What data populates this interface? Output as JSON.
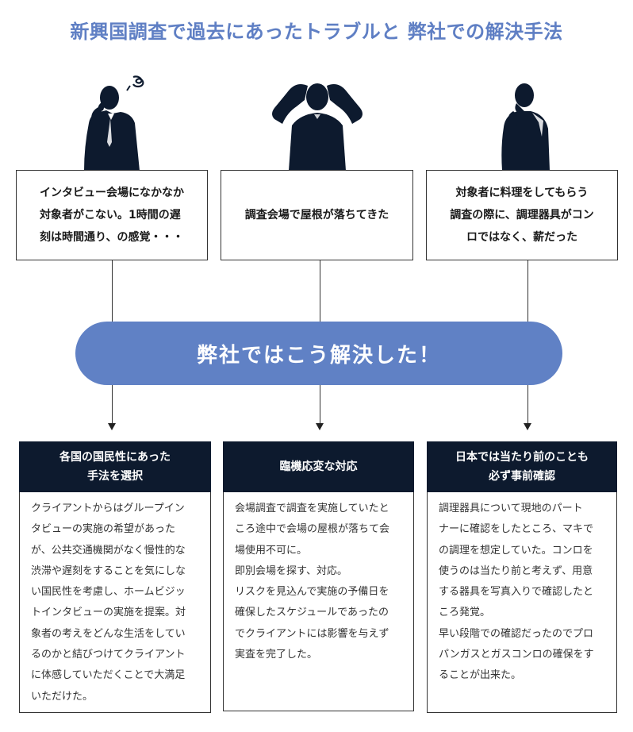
{
  "title": "新興国調査で過去にあったトラブルと 弊社での解決手法",
  "problems": [
    {
      "lines": [
        "インタビュー会場になかなか",
        "対象者がこない。1時間の遅",
        "刻は時間通り、の感覚・・・"
      ]
    },
    {
      "lines": [
        "調査会場で屋根が落ちてきた"
      ]
    },
    {
      "lines": [
        "対象者に料理をしてもらう",
        "調査の際に、調理器具がコン",
        "ロではなく、薪だった"
      ]
    }
  ],
  "banner": "弊社ではこう解決した！",
  "solutions": [
    {
      "heading": [
        "各国の国民性にあった",
        "手法を選択"
      ],
      "body": [
        "クライアントからはグループイン",
        "タビューの実施の希望があった",
        "が、公共交通機関がなく慢性的な",
        "渋滞や遅刻をすることを気にしな",
        "い国民性を考慮し、ホームビジッ",
        "トインタビューの実施を提案。対",
        "象者の考えをどんな生活をしてい",
        "るのかと結びつけてクライアント",
        "に体感していただくことで大満足",
        "いただけた。"
      ]
    },
    {
      "heading": [
        "臨機応変な対応"
      ],
      "body": [
        "会場調査で調査を実施していたと",
        "ころ途中で会場の屋根が落ちて会",
        "場使用不可に。",
        "即別会場を探す、対応。",
        "リスクを見込んで実施の予備日を",
        "確保したスケジュールであったの",
        "でクライアントには影響を与えず",
        "実査を完了した。"
      ]
    },
    {
      "heading": [
        "日本では当たり前のことも",
        "必ず事前確認"
      ],
      "body": [
        "調理器具について現地のパート",
        "ナーに確認をしたところ、マキで",
        "の調理を想定していた。コンロを",
        "使うのは当たり前と考えず、用意",
        "する器具を写真入りで確認したと",
        "ころ発覚。",
        "早い段階での確認だったのでプロ",
        "パンガスとガスコンロの確保をす",
        "ることが出来た。"
      ]
    }
  ],
  "colors": {
    "accent": "#6081c5",
    "title": "#5f7fc4",
    "heading_bg": "#0d1a2e",
    "silhouette": "#0d1a2e"
  }
}
